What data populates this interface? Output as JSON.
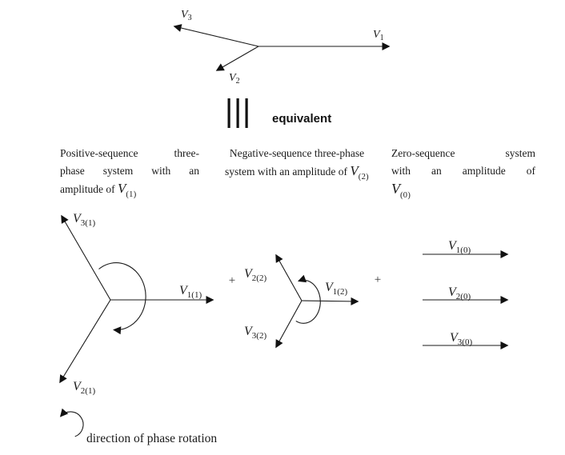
{
  "colors": {
    "ink": "#1a1a1a",
    "background": "#ffffff"
  },
  "top_system": {
    "v1": {
      "main": "V",
      "sub": "1"
    },
    "v2": {
      "main": "V",
      "sub": "2"
    },
    "v3": {
      "main": "V",
      "sub": "3"
    }
  },
  "equivalent": {
    "label": "equivalent"
  },
  "descriptions": {
    "positive": {
      "line1": "Positive-sequence three-",
      "line2": "phase system with an",
      "line3_prefix": "amplitude of ",
      "v": "V",
      "v_sub": "(1)"
    },
    "negative": {
      "line1": "Negative-sequence three-phase",
      "line2_prefix": "system with an amplitude of ",
      "v": "V",
      "v_sub": "(2)"
    },
    "zero": {
      "line1": "Zero-sequence system",
      "line2": "with an amplitude of",
      "v": "V",
      "v_sub": "(0)"
    }
  },
  "positive_system": {
    "v1": {
      "main": "V",
      "sub": "1(1)"
    },
    "v2": {
      "main": "V",
      "sub": "2(1)"
    },
    "v3": {
      "main": "V",
      "sub": "3(1)"
    }
  },
  "negative_system": {
    "v1": {
      "main": "V",
      "sub": "1(2)"
    },
    "v2": {
      "main": "V",
      "sub": "2(2)"
    },
    "v3": {
      "main": "V",
      "sub": "3(2)"
    }
  },
  "zero_system": {
    "v1": {
      "main": "V",
      "sub": "1(0)"
    },
    "v2": {
      "main": "V",
      "sub": "2(0)"
    },
    "v3": {
      "main": "V",
      "sub": "3(0)"
    }
  },
  "operators": {
    "plus_left": "+",
    "plus_right": "+"
  },
  "rotation": {
    "caption": "direction of phase rotation"
  }
}
